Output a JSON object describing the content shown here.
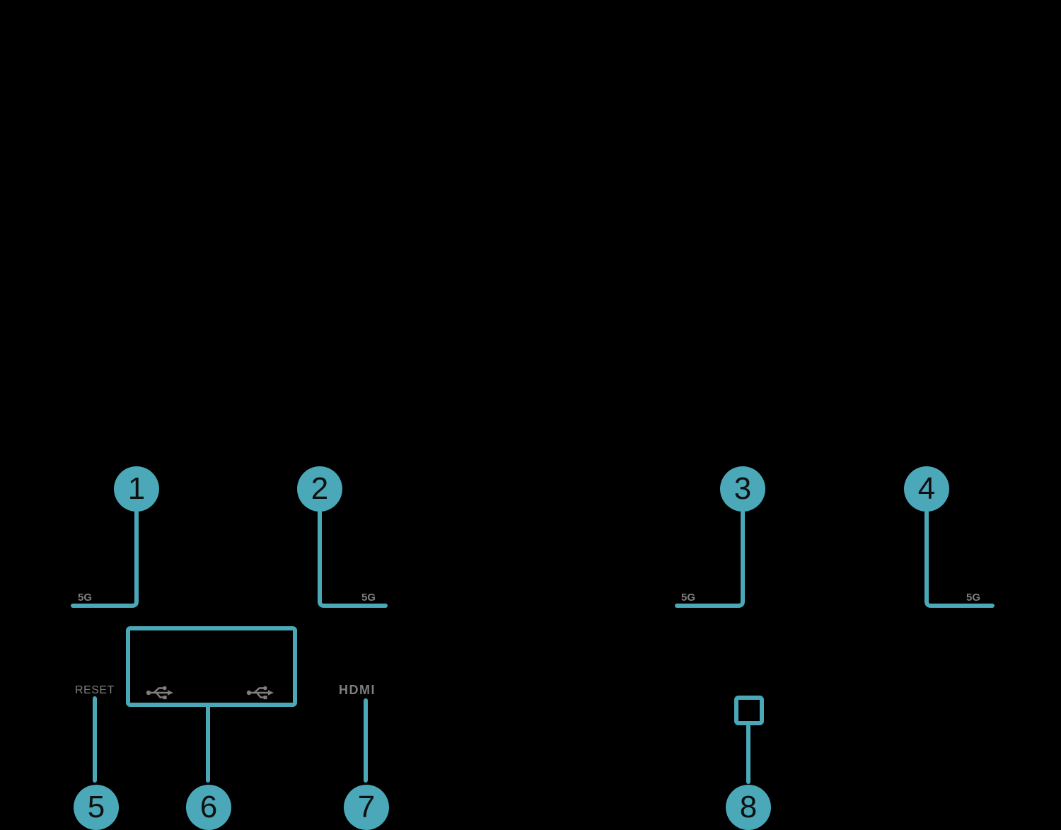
{
  "colors": {
    "background": "#000000",
    "accent": "#4AA8B8",
    "text_gray": "#7E7E7E",
    "digit": "#101010"
  },
  "callouts": [
    {
      "number": "1",
      "label": "5G"
    },
    {
      "number": "2",
      "label": "5G"
    },
    {
      "number": "3",
      "label": "5G"
    },
    {
      "number": "4",
      "label": "5G"
    },
    {
      "number": "5",
      "label": "RESET"
    },
    {
      "number": "6",
      "label": ""
    },
    {
      "number": "7",
      "label": "HDMI"
    },
    {
      "number": "8",
      "label": ""
    }
  ],
  "icons": {
    "usb_port_left": "usb-icon",
    "usb_port_right": "usb-icon"
  }
}
